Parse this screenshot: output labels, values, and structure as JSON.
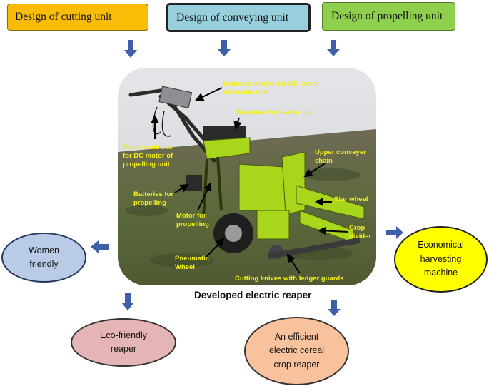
{
  "top_boxes": {
    "cutting": "Design of cutting unit",
    "conveying": "Design of conveying unit",
    "propelling": "Design of propelling unit"
  },
  "photo_labels": {
    "motor_header": [
      "Motor controller for DC motor",
      "of header unit"
    ],
    "batteries_header": "Batteries for header unit",
    "motor_propelling_controller": [
      "Motor controller",
      "for  DC motor of",
      "propelling unit"
    ],
    "upper_conveyer": [
      "Upper conveyer",
      "chain"
    ],
    "batteries_propelling": [
      "Batteries for",
      "propelling"
    ],
    "star_wheel": "Star wheel",
    "motor_propelling": [
      "Motor for",
      "propelling"
    ],
    "crop_divider": [
      "Crop",
      "divider"
    ],
    "pneumatic_wheel": [
      "Pneumatic",
      "Wheel"
    ],
    "cutting_knives": "Cutting knives with ledger guards"
  },
  "caption": "Developed electric reaper",
  "outcomes": {
    "women": [
      "Women",
      "friendly"
    ],
    "economical": [
      "Economical",
      "harvesting",
      "machine"
    ],
    "eco": [
      "Eco-friendly",
      "reaper"
    ],
    "efficient": [
      "An efficient",
      "electric cereal",
      "crop reaper"
    ]
  },
  "colors": {
    "arrow": "#3f5fa8",
    "label": "#f2ee1a",
    "cutting": "#fbbc08",
    "conveying": "#97d0dc",
    "propelling": "#8ed04d",
    "women": "#b9cbe6",
    "economical": "#ffff00",
    "eco": "#e5b4b4",
    "efficient": "#f7c29c"
  }
}
